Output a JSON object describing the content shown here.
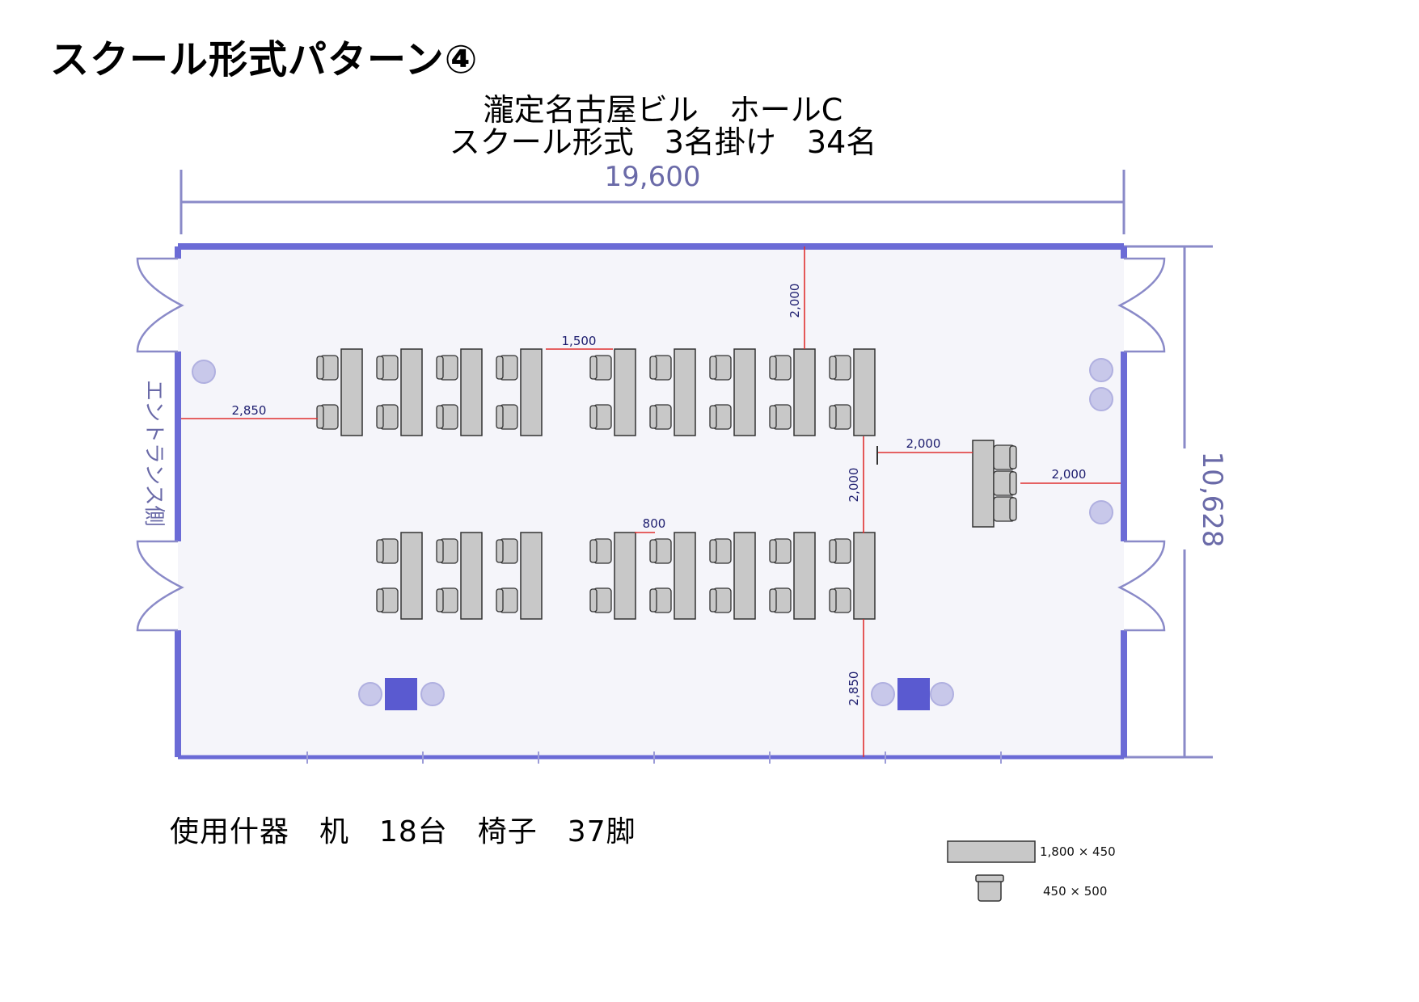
{
  "page_title": "スクール形式パターン④",
  "venue_line1": "瀧定名古屋ビル　ホールC",
  "venue_line2": "スクール形式　3名掛け　34名",
  "equipment_text": "使用什器　机　18台　椅子　37脚",
  "room": {
    "width_label": "19,600",
    "depth_label": "10,628",
    "entrance_label": "エントランス側"
  },
  "dimensions": {
    "front_gap": "2,000",
    "row_gap": "1,500",
    "entrance_gap": "2,850",
    "aisle_front": "2,000",
    "lectern_gap": "2,000",
    "back_wall_gap": "2,000",
    "desk_gap": "800",
    "rear_gap": "2,850"
  },
  "legend": {
    "desk_size": "1,800 × 450",
    "chair_size": "450 × 500"
  },
  "colors": {
    "wall": "#6b6bd6",
    "floor": "#f5f5fa",
    "desk": "#c8c8c8",
    "dimension_line": "#e03030",
    "dimension_text": "#1c1c6e",
    "fixture": "#5a5ad0"
  }
}
